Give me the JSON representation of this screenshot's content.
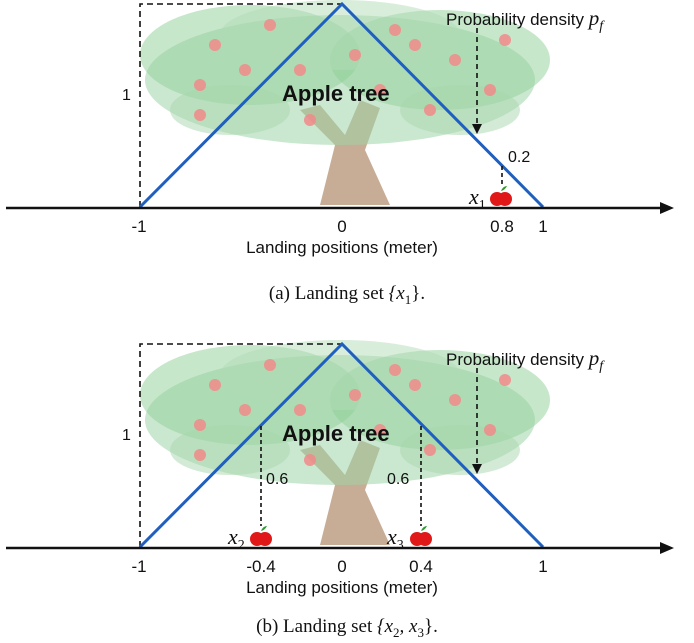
{
  "panels": [
    {
      "id": "a",
      "tree_label": "Apple tree",
      "density_label": "Probability density",
      "density_symbol": "p",
      "density_subscript": "f",
      "peak_label": "1",
      "axis_label": "Landing positions (meter)",
      "ticks": [
        "-1",
        "0",
        "0.8",
        "1"
      ],
      "apples": [
        {
          "symbol": "x",
          "subscript": "1",
          "position": 0.8,
          "density": 0.2,
          "density_label": "0.2"
        }
      ],
      "caption": {
        "prefix": "(a) Landing set ",
        "math": "{x",
        "sub": "1",
        "suffix": "}."
      }
    },
    {
      "id": "b",
      "tree_label": "Apple tree",
      "density_label": "Probability density",
      "density_symbol": "p",
      "density_subscript": "f",
      "peak_label": "1",
      "axis_label": "Landing positions (meter)",
      "ticks": [
        "-1",
        "-0.4",
        "0",
        "0.4",
        "1"
      ],
      "apples": [
        {
          "symbol": "x",
          "subscript": "2",
          "position": -0.4,
          "density": 0.6,
          "density_label": "0.6"
        },
        {
          "symbol": "x",
          "subscript": "3",
          "position": 0.4,
          "density": 0.6,
          "density_label": "0.6"
        }
      ],
      "caption": {
        "prefix": "(b) Landing set ",
        "math": "{x",
        "sub": "2",
        "mid": ", x",
        "sub2": "3",
        "suffix": "}."
      }
    }
  ],
  "colors": {
    "density_line": "#1f5fbf",
    "apple": "#e01818",
    "leaf": "#2e9a2e",
    "canopy": "#9fd4a8",
    "trunk": "#c8ad96"
  }
}
